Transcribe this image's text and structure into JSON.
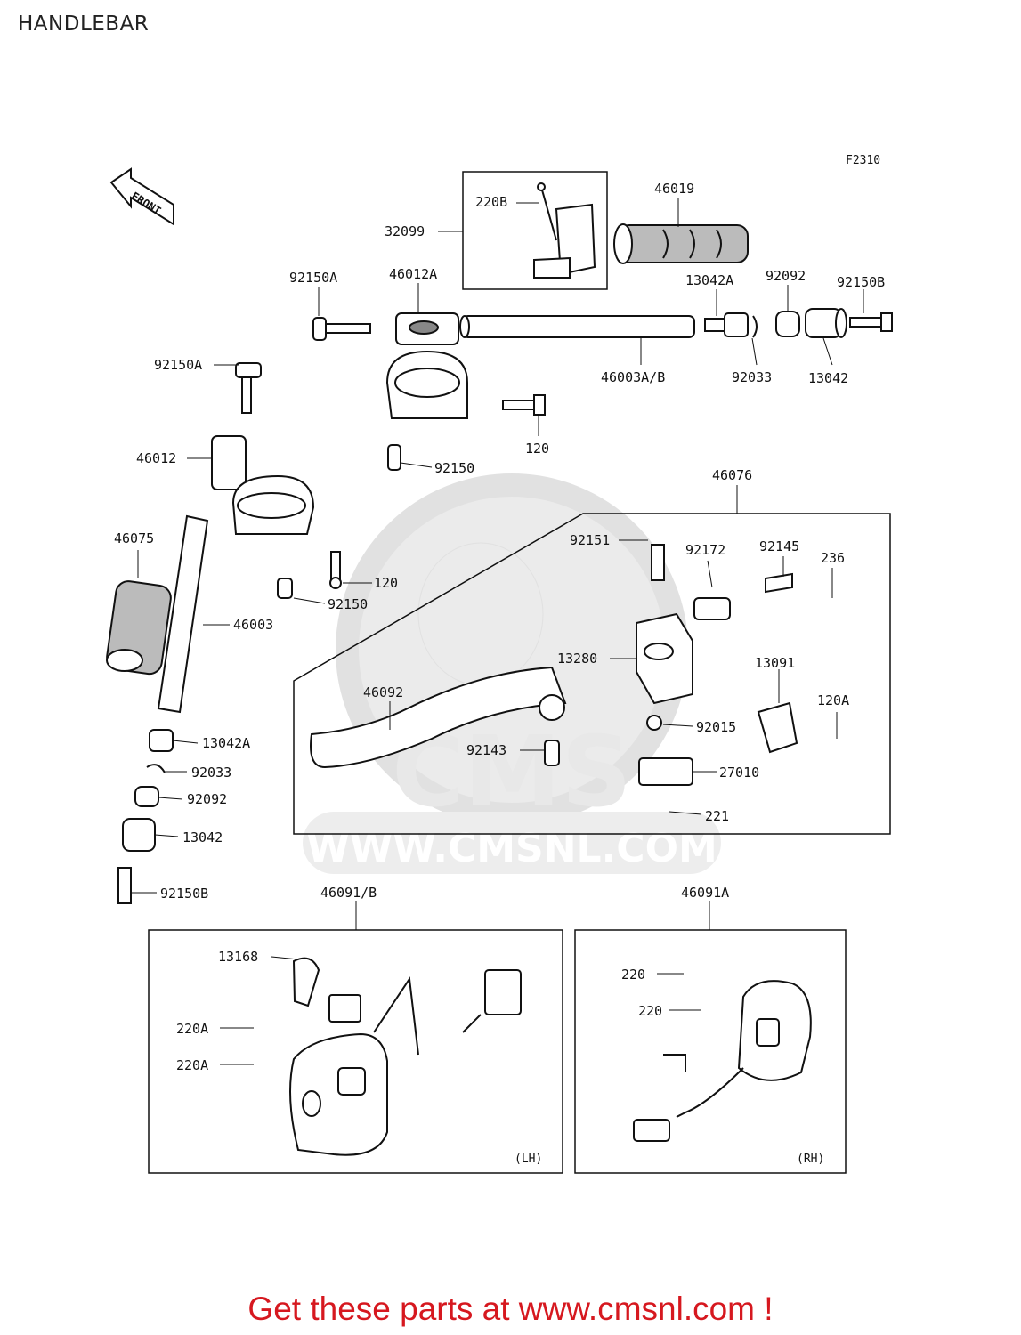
{
  "page": {
    "title": "HANDLEBAR",
    "figure_code": "F2310",
    "front_label": "FRONT"
  },
  "watermark": {
    "text": "WWW.CMSNL.COM",
    "logo": "CMS"
  },
  "labels": {
    "p32099": "32099",
    "p220B": "220B",
    "p46019": "46019",
    "p92150A_top": "92150A",
    "p46012A": "46012A",
    "p13042A_top": "13042A",
    "p92092_top": "92092",
    "p92150B_top": "92150B",
    "p92150A_left": "92150A",
    "p46003AB": "46003A/B",
    "p92033_top": "92033",
    "p13042_top": "13042",
    "p120_top": "120",
    "p92150_top": "92150",
    "p46012": "46012",
    "p46076": "46076",
    "p46075": "46075",
    "p92151": "92151",
    "p92172": "92172",
    "p92145": "92145",
    "p236": "236",
    "p120_mid": "120",
    "p92150_mid": "92150",
    "p46003": "46003",
    "p13280": "13280",
    "p13091": "13091",
    "p46092": "46092",
    "p120A": "120A",
    "p92015": "92015",
    "p92143": "92143",
    "p13042A_left": "13042A",
    "p92033_left": "92033",
    "p27010": "27010",
    "p92092_left": "92092",
    "p221": "221",
    "p13042_left": "13042",
    "p92150B_left": "92150B",
    "p46091B": "46091/B",
    "p46091A": "46091A",
    "p13168": "13168",
    "p220A_1": "220A",
    "p220A_2": "220A",
    "p220_1": "220",
    "p220_2": "220",
    "lh": "(LH)",
    "rh": "(RH)"
  },
  "footer": {
    "cta": "Get these parts at www.cmsnl.com !"
  }
}
